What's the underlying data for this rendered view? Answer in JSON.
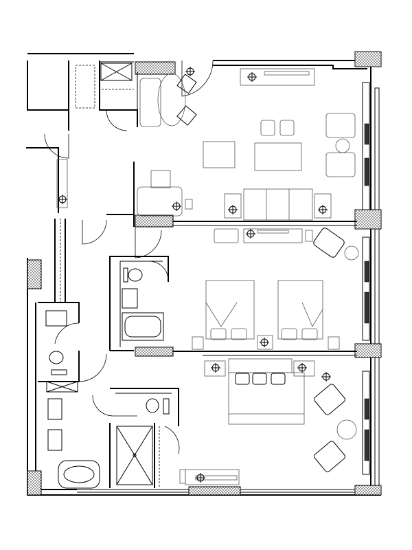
{
  "plan": {
    "colors": {
      "wall": "#000000",
      "furniture": "#555555",
      "background": "#ffffff",
      "column_hatch": "#000000"
    },
    "rooms": [
      "living-room",
      "twin-bedroom",
      "king-bedroom",
      "bathroom-twin",
      "bathroom-king",
      "entry-hall",
      "closet"
    ]
  }
}
